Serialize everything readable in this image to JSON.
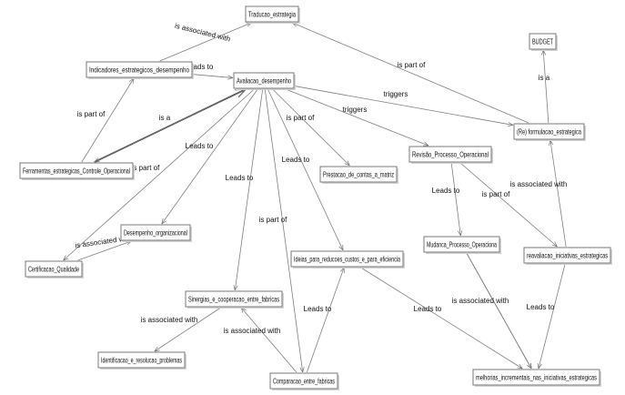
{
  "colors": {
    "node_border": "#7a7a7a",
    "edge": "#7f7f7f",
    "text": "#111111",
    "background": "#ffffff"
  },
  "nodes": [
    {
      "id": "n0",
      "label": "Traducao_estrategia"
    },
    {
      "id": "n1",
      "label": "BUDGET"
    },
    {
      "id": "n2",
      "label": "Indicadores_estrategicos_desempenho"
    },
    {
      "id": "n3",
      "label": "Avaliacao_desempenho"
    },
    {
      "id": "n4",
      "label": "(Re) formulacao_estrategica"
    },
    {
      "id": "n5",
      "label": "Revisão_Processo_Operacional"
    },
    {
      "id": "n6",
      "label": "Ferramentas_estrategicas_Controle_Operacional"
    },
    {
      "id": "n7",
      "label": "Prestacao_de_contas_a_matriz"
    },
    {
      "id": "n8",
      "label": "Desempenho_organizacional"
    },
    {
      "id": "n9",
      "label": "Mudanca_Processo_Operaciona"
    },
    {
      "id": "n10",
      "label": "reavaliacao_iniciativas_estrategicas"
    },
    {
      "id": "n11",
      "label": "Ideias_para_reducoes_custos_e_para_eficiencia"
    },
    {
      "id": "n12",
      "label": "Certificacao_Qualidade"
    },
    {
      "id": "n13",
      "label": "Sinergias_e_cooperacao_entre_fabricas"
    },
    {
      "id": "n14",
      "label": "Identificacao_e_resolucao_problemas"
    },
    {
      "id": "n15",
      "label": "Comparacao_entre_fabricas"
    },
    {
      "id": "n16",
      "label": "melhorias_incrementais_nas_iniciativas_estrategicas"
    }
  ],
  "edges": [
    {
      "label": "is associated with"
    },
    {
      "label": "is part of"
    },
    {
      "label": "is a"
    },
    {
      "label": "Leads to"
    },
    {
      "label": "triggers"
    },
    {
      "label": "triggers"
    },
    {
      "label": "is part of"
    },
    {
      "label": "is a"
    },
    {
      "label": "is part of"
    },
    {
      "label": "Leads to"
    },
    {
      "label": "Leads to"
    },
    {
      "label": "is part of"
    },
    {
      "label": "Leads to"
    },
    {
      "label": "Leads to"
    },
    {
      "label": "is part of"
    },
    {
      "label": "is associated with"
    },
    {
      "label": "is associated with"
    },
    {
      "label": "Leads to"
    },
    {
      "label": "is part of"
    },
    {
      "label": "is associated with"
    },
    {
      "label": "is associated with"
    },
    {
      "label": "Leads to"
    },
    {
      "label": "Leads to"
    },
    {
      "label": "is associated with"
    },
    {
      "label": "Leads to"
    },
    {
      "label": "Leads to"
    }
  ]
}
